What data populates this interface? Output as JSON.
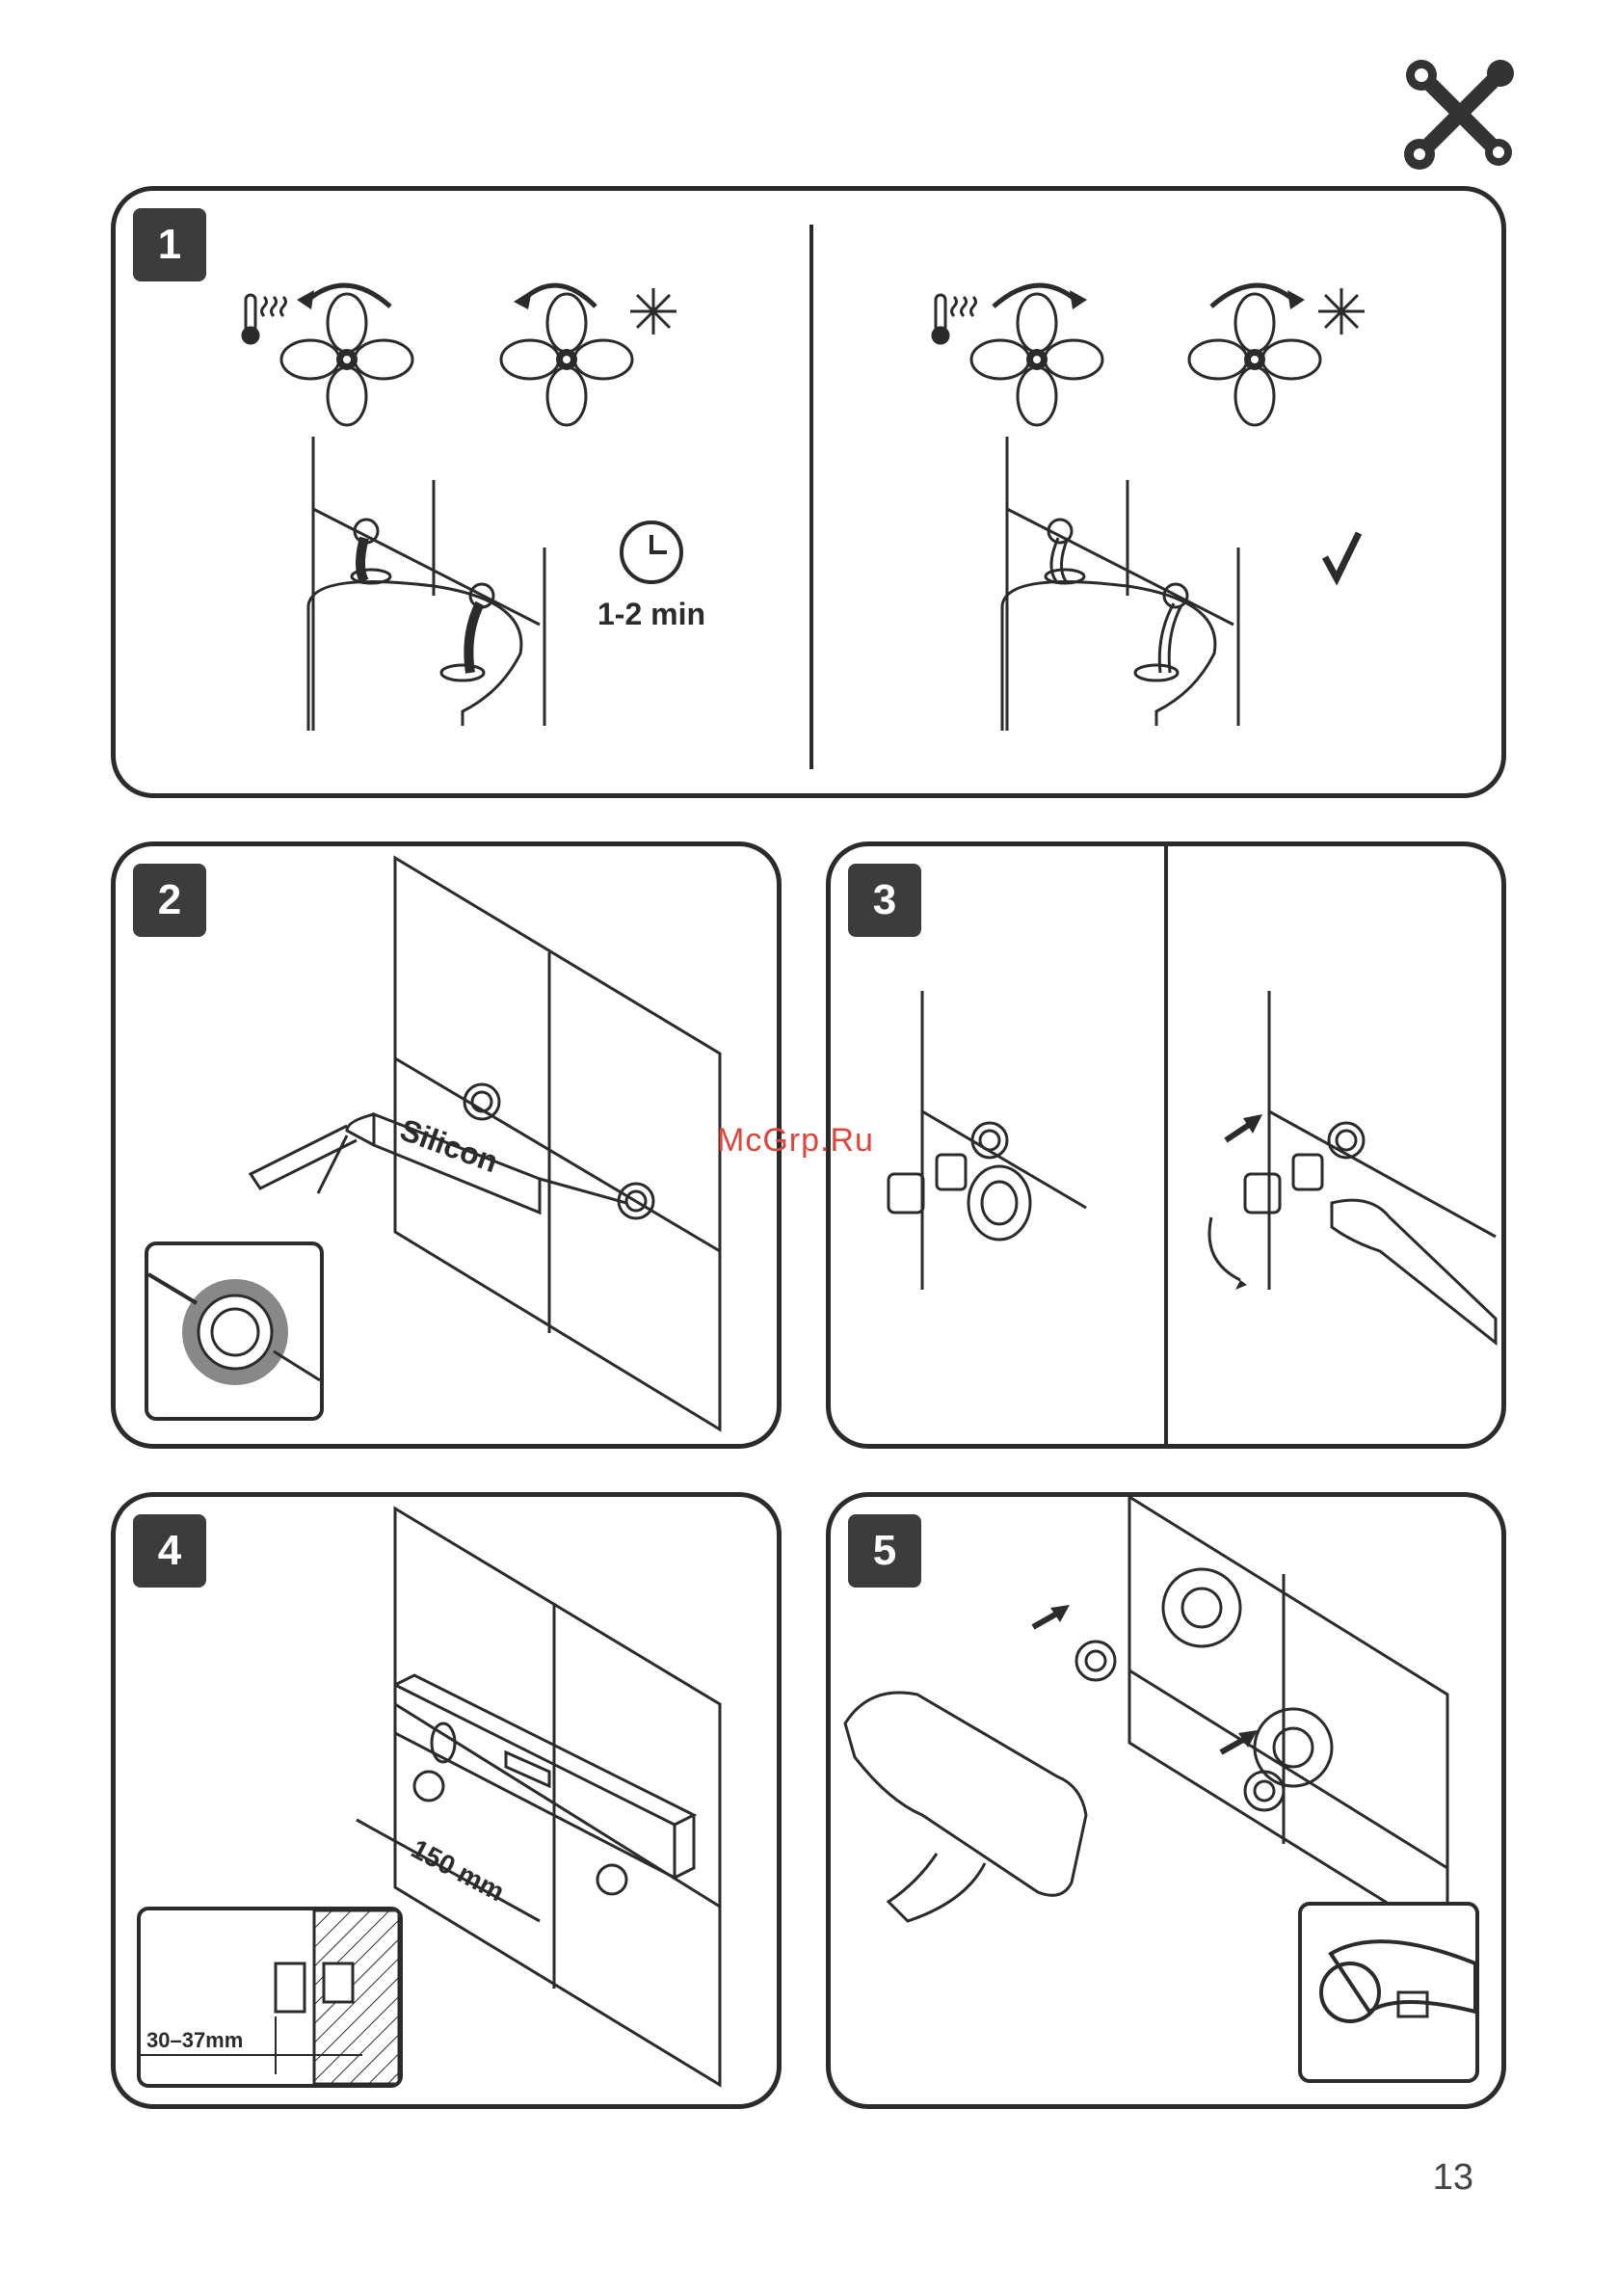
{
  "icons": {
    "tools": "tools-icon",
    "clock": "clock-icon",
    "check": "checkmark-icon",
    "thermometer": "thermometer-icon",
    "snowflake": "snowflake-icon"
  },
  "steps": [
    {
      "number": "1",
      "duration": "1-2 min"
    },
    {
      "number": "2",
      "tube_label": "Silicon"
    },
    {
      "number": "3"
    },
    {
      "number": "4",
      "distance": "150 mm",
      "depth": "30–37mm"
    },
    {
      "number": "5"
    }
  ],
  "watermark": "McGrp.Ru",
  "page_number": "13"
}
